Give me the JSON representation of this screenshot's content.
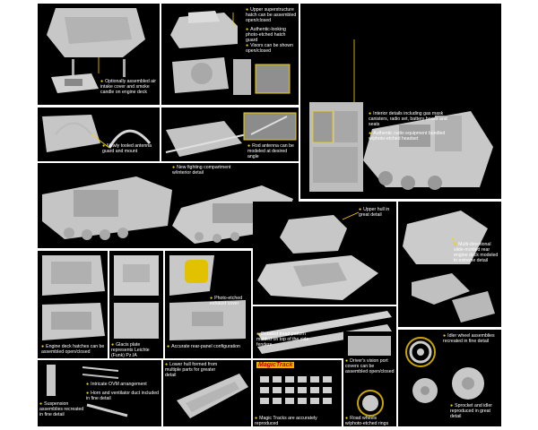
{
  "bullet": "●",
  "captions": {
    "intake": "Optionally assembled air intake cover and smoke candle on engine deck",
    "hatch1": "Upper superstructure hatch can be assembled open/closed",
    "hatch2": "Authentic-looking photo-etched hatch guard",
    "hatch3": "Visors can be shown open/closed",
    "interior1": "Interior details including gas mask canisters, radio set, battery boxes and seats",
    "interior2": "Authentic radio equipment bundled w/photo-etched headset",
    "antenna_guard": "Newly tooled antenna guard and mount",
    "rod_antenna": "Rod antenna can be modeled at desired angle",
    "fighting": "New fighting compartment w/interior detail",
    "upper_hull": "Upper hull in great detail",
    "engine_deck": "Multi-directional slide-molded rear engine deck modeled in extreme detail",
    "exhaust": "Photo-etched exhaust cover",
    "engine_hatches": "Engine deck hatches can be assembled open/closed",
    "glacis": "Glacis plate represents Leichte (Funk) Pz.IA",
    "rear_panel": "Accurate rear-panel configuration",
    "tread": "Detailed tread pattern molded on top of the side fenders",
    "idler": "Idler wheel assemblies recreated in fine detail",
    "vision_port": "Driver's vision port covers can be assembled open/closed",
    "sprocket": "Sprocket and idler reproduced in great detail",
    "ovm": "Intricate OVM arrangement",
    "horn": "Horn and ventilator duct included in fine detail",
    "lower_hull": "Lower hull formed from multiple parts for greater detail",
    "suspension": "Suspension assemblies recreated in fine detail",
    "magic_tracks": "Magic Tracks are accurately reproduced",
    "road_wheels": "Road wheels w/photo-etched rings"
  },
  "logo": "MagicTrack",
  "colors": {
    "panel": "#000000",
    "model": "#c9c9c9",
    "highlight": "#f5d200",
    "bullet": "#f5d200"
  }
}
